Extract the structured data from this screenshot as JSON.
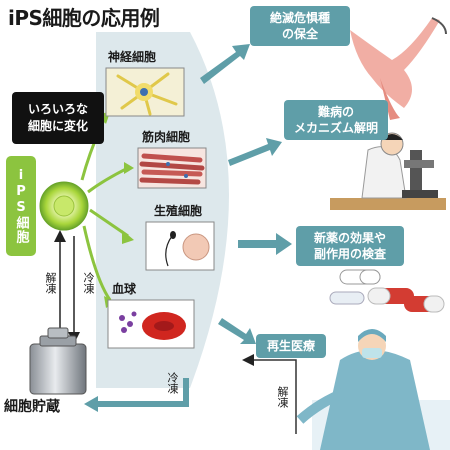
{
  "title": "iPS細胞の応用例",
  "callout": {
    "line1": "いろいろな",
    "line2": "細胞に変化"
  },
  "ips": {
    "label": "iPS細胞"
  },
  "cells": {
    "nerve": "神経細胞",
    "muscle": "筋肉細胞",
    "germ": "生殖細胞",
    "blood": "血球"
  },
  "applications": {
    "conservation": {
      "line1": "絶滅危惧種",
      "line2": "の保全"
    },
    "disease": {
      "line1": "難病の",
      "line2": "メカニズム解明"
    },
    "drug": {
      "line1": "新薬の効果や",
      "line2": "副作用の検査"
    },
    "regen": {
      "line1": "再生医療"
    }
  },
  "flow_labels": {
    "thaw_left": "解凍",
    "freeze_left": "冷凍",
    "freeze_bottom": "冷凍",
    "thaw_right": "解凍"
  },
  "storage": {
    "label": "細胞貯蔵"
  },
  "colors": {
    "teal": "#5f9ea8",
    "green": "#8cc43f",
    "panel": "#dde8ec"
  },
  "icons": [
    "bird-icon",
    "scientist-icon",
    "capsule-icon",
    "surgeon-icon",
    "cryo-tank-icon"
  ]
}
